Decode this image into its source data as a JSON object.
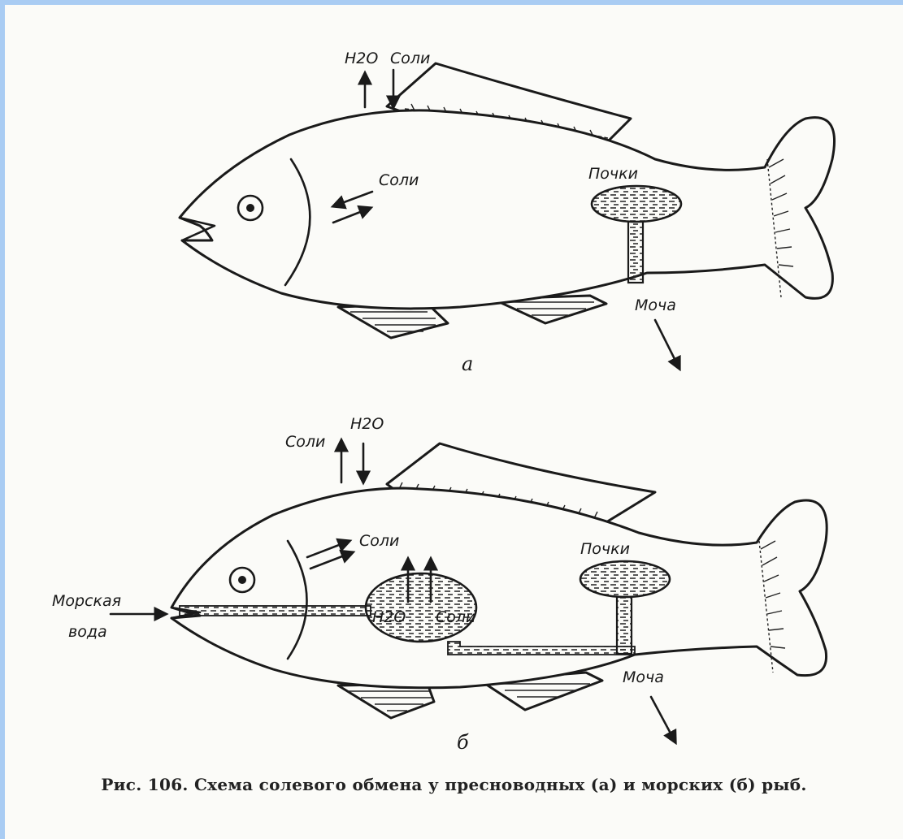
{
  "figure": {
    "caption": "Рис. 106. Схема солевого обмена у пресноводных (а) и морских (б) рыб."
  },
  "panel_a": {
    "sub_label": "а",
    "water_label": "H2O",
    "salts_top_label": "Соли",
    "salts_gill_label": "Соли",
    "kidney_label": "Почки",
    "urine_label": "Моча"
  },
  "panel_b": {
    "sub_label": "б",
    "salts_top_label": "Соли",
    "water_label": "H2O",
    "salts_gill_label": "Соли",
    "kidney_label": "Почки",
    "urine_label": "Моча",
    "seawater_line1": "Морская",
    "seawater_line2": "вода",
    "gut_water_label": "H2O",
    "gut_salts_label": "Соли"
  }
}
